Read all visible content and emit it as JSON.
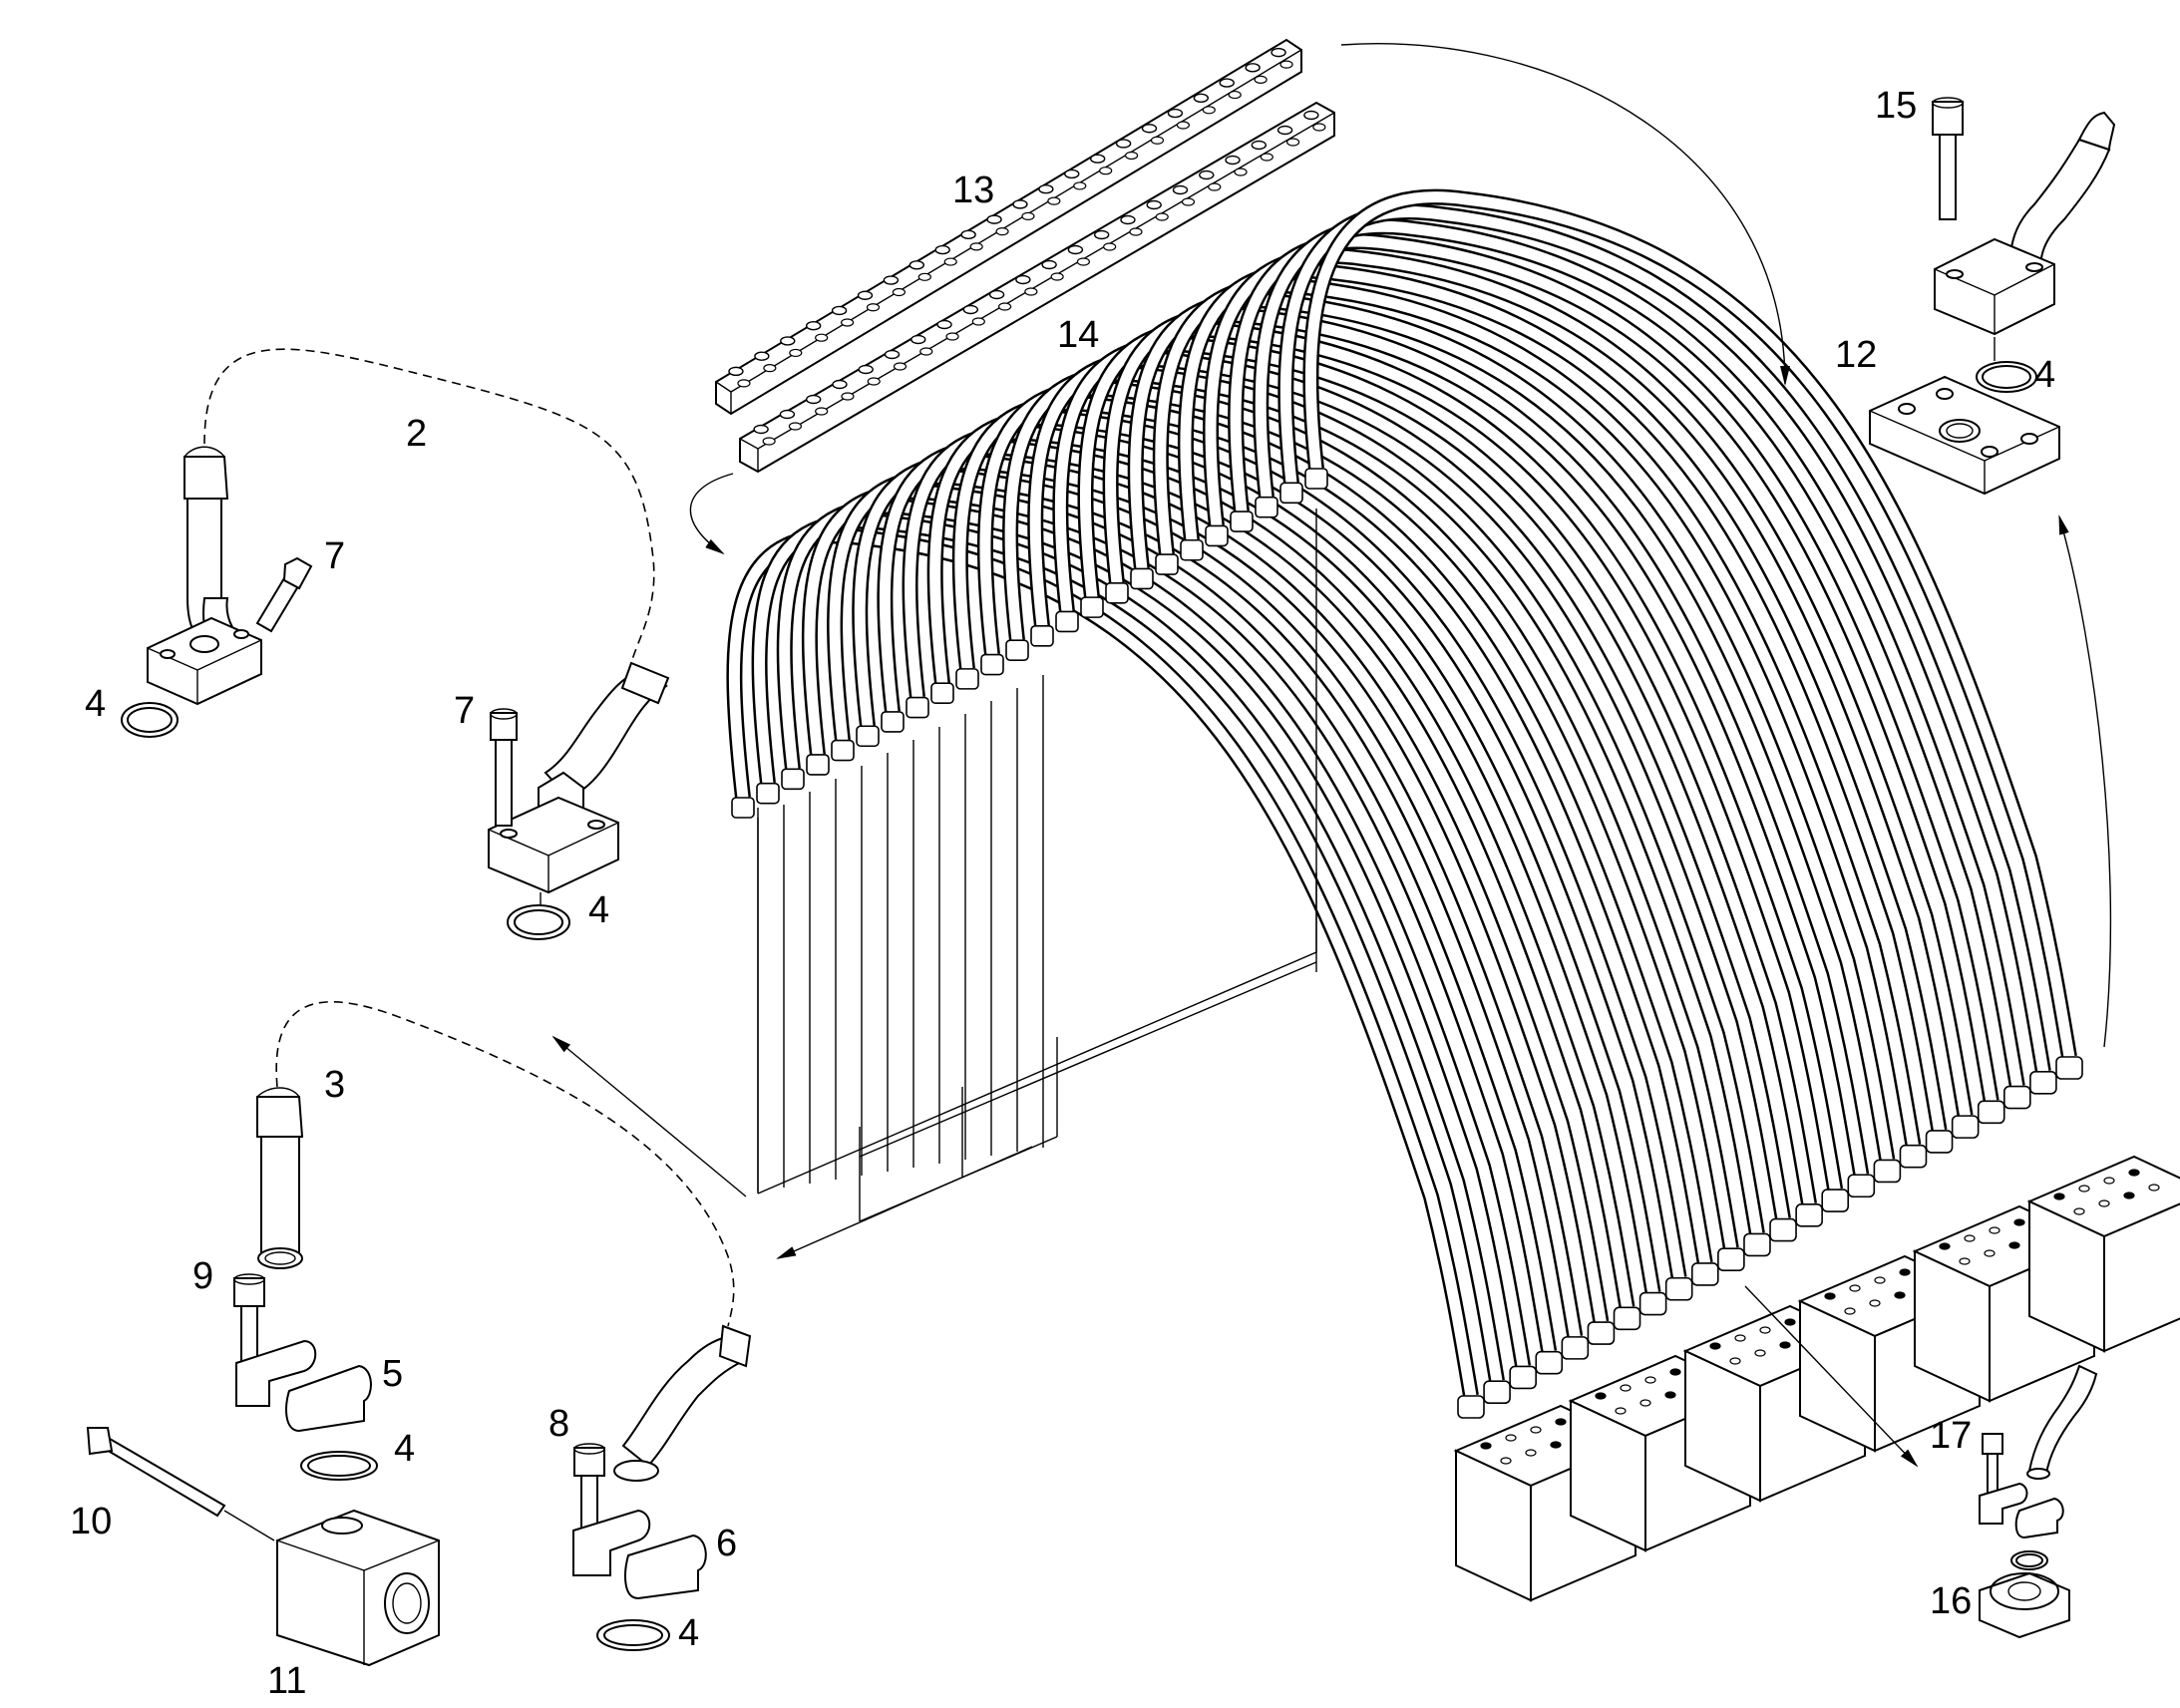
{
  "callouts": [
    {
      "id": "15",
      "label": "15"
    },
    {
      "id": "13",
      "label": "13"
    },
    {
      "id": "14",
      "label": "14"
    },
    {
      "id": "12",
      "label": "12"
    },
    {
      "id": "4a",
      "label": "4"
    },
    {
      "id": "2",
      "label": "2"
    },
    {
      "id": "7a",
      "label": "7"
    },
    {
      "id": "4b",
      "label": "4"
    },
    {
      "id": "7b",
      "label": "7"
    },
    {
      "id": "4c",
      "label": "4"
    },
    {
      "id": "3",
      "label": "3"
    },
    {
      "id": "9",
      "label": "9"
    },
    {
      "id": "5",
      "label": "5"
    },
    {
      "id": "4d",
      "label": "4"
    },
    {
      "id": "10",
      "label": "10"
    },
    {
      "id": "11",
      "label": "11"
    },
    {
      "id": "8",
      "label": "8"
    },
    {
      "id": "6",
      "label": "6"
    },
    {
      "id": "4e",
      "label": "4"
    },
    {
      "id": "17",
      "label": "17"
    },
    {
      "id": "16",
      "label": "16"
    }
  ]
}
